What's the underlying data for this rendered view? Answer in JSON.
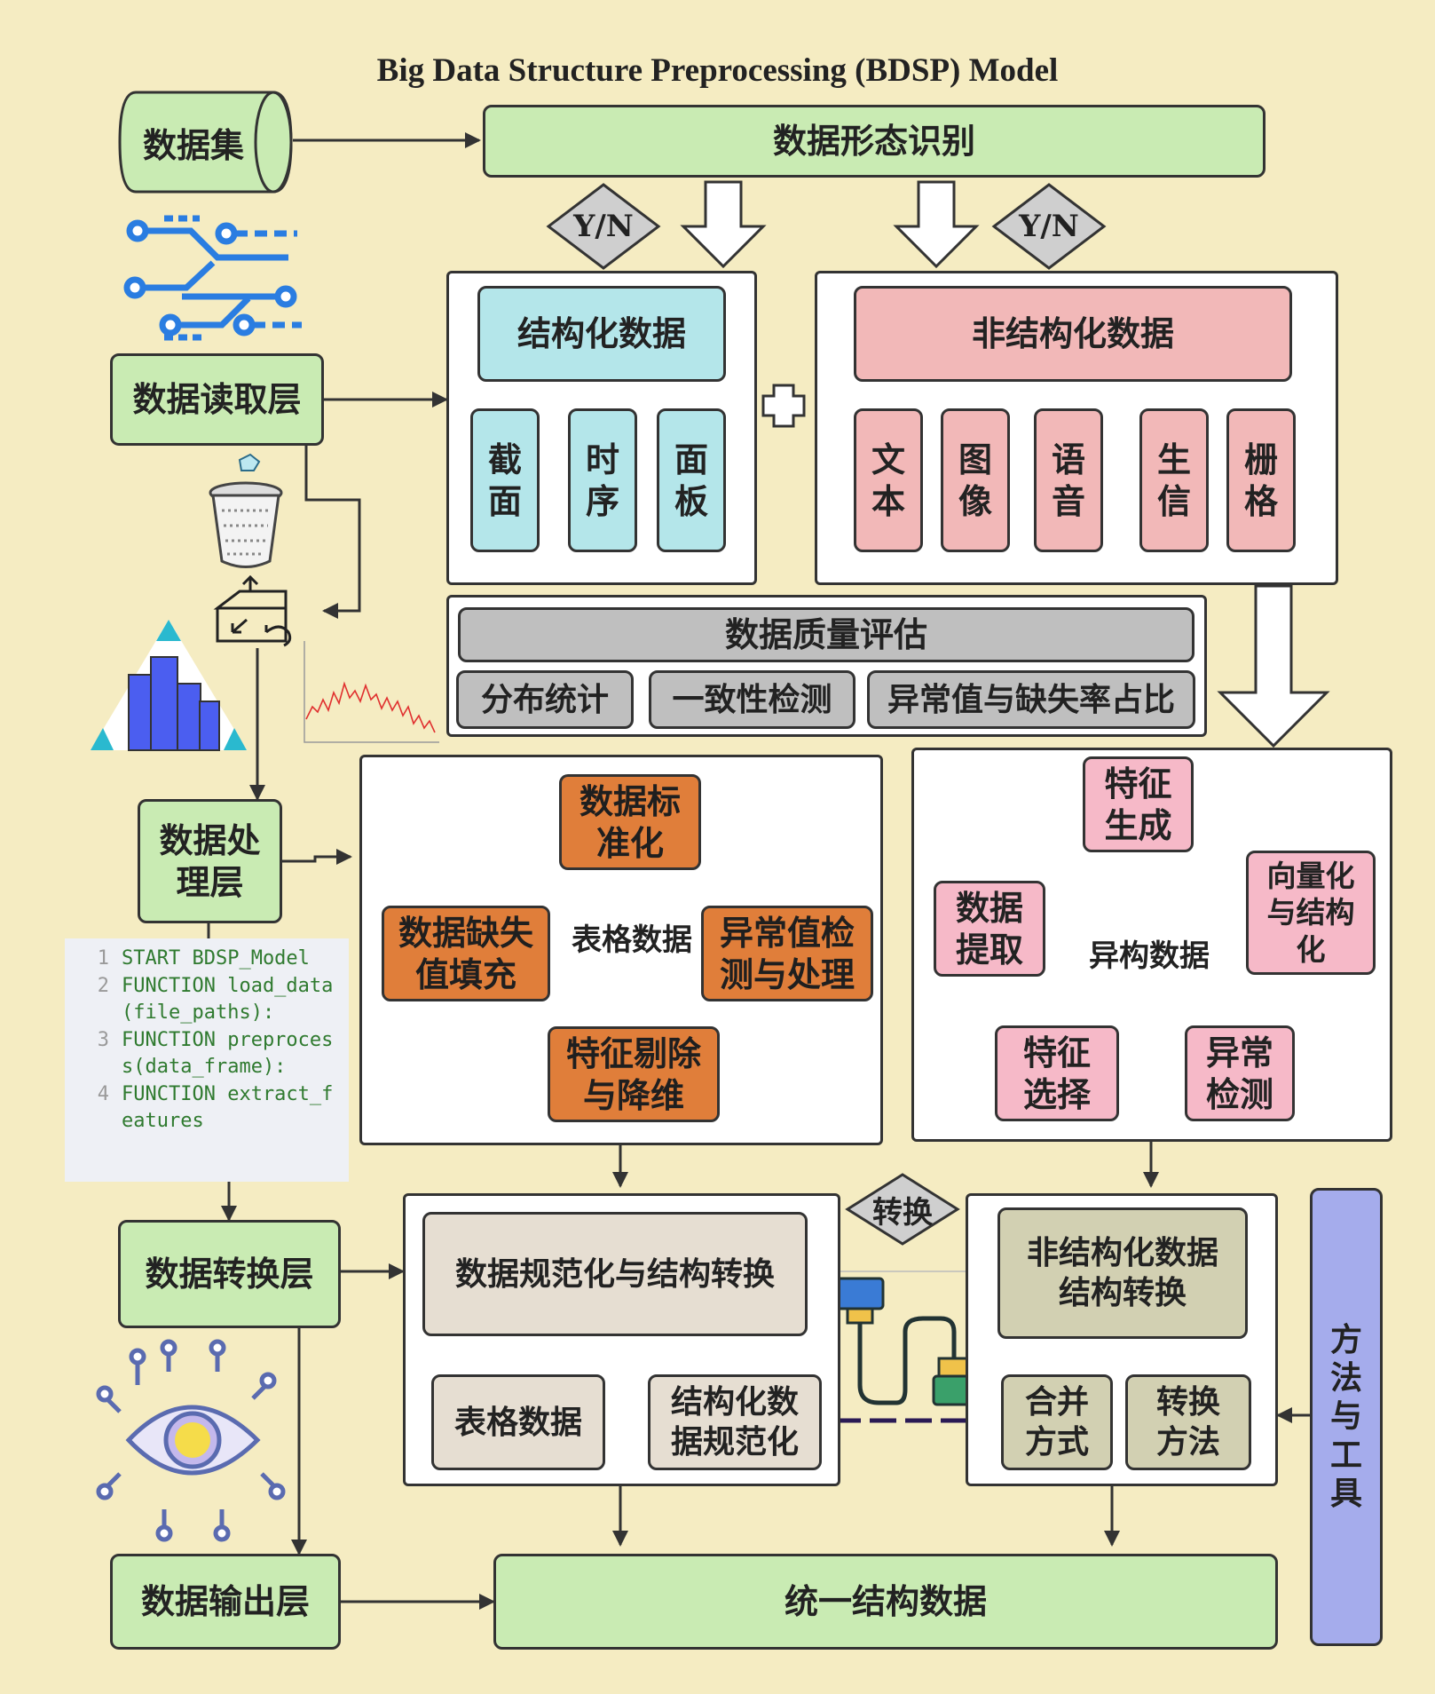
{
  "title": "Big Data Structure Preprocessing (BDSP) Model",
  "layers": {
    "dataset": "数据集",
    "read": "数据读取层",
    "process": "数据处理层",
    "transform": "数据转换层",
    "output": "数据输出层"
  },
  "recognition": "数据形态识别",
  "yn": "Y/N",
  "structured": {
    "title": "结构化数据",
    "items": [
      "截\n面",
      "时\n序",
      "面\n板"
    ]
  },
  "unstructured": {
    "title": "非结构化数据",
    "items": [
      "文\n本",
      "图\n像",
      "语\n音",
      "生\n信",
      "栅\n格"
    ]
  },
  "quality": {
    "title": "数据质量评估",
    "items": [
      "分布统计",
      "一致性检测",
      "异常值与缺失率占比"
    ]
  },
  "table_cycle": {
    "center": "表格数据",
    "top": "数据标\n准化",
    "right": "异常值检\n测与处理",
    "bottom": "特征剔除\n与降维",
    "left": "数据缺失\n值填充"
  },
  "hetero_cycle": {
    "center": "异构数据",
    "top": "特征\n生成",
    "right": "向量化\n与结构\n化",
    "bottom_right": "异常\n检测",
    "bottom_left": "特征\n选择",
    "left": "数据\n提取"
  },
  "code": {
    "lines": [
      {
        "num": "1",
        "text": "START BDSP_Model"
      },
      {
        "num": "2",
        "text": "FUNCTION load_data(file_paths):"
      },
      {
        "num": "3",
        "text": "FUNCTION preprocess(data_frame):"
      },
      {
        "num": "4",
        "text": "FUNCTION extract_features"
      }
    ]
  },
  "transform": {
    "convert": "转换",
    "normalize": "数据规范化与结构转换",
    "table": "表格数据",
    "struct_norm": "结构化数\n据规范化",
    "unstruct_convert": "非结构化数据\n结构转换",
    "merge": "合并\n方式",
    "method": "转换\n方法"
  },
  "tools": "方\n法\n与\n工\n具",
  "unified": "统一结构数据",
  "colors": {
    "background": "#f5ecc2",
    "green": "#c9ebb3",
    "cyan": "#b4e6ea",
    "pink": "#f2b8b8",
    "orange": "#e07e3a",
    "gray": "#bfbfbf",
    "beige": "#e6ded2",
    "olive": "#d2d0b2",
    "purple": "#a5acec",
    "lavender": "#ddd0e6"
  }
}
